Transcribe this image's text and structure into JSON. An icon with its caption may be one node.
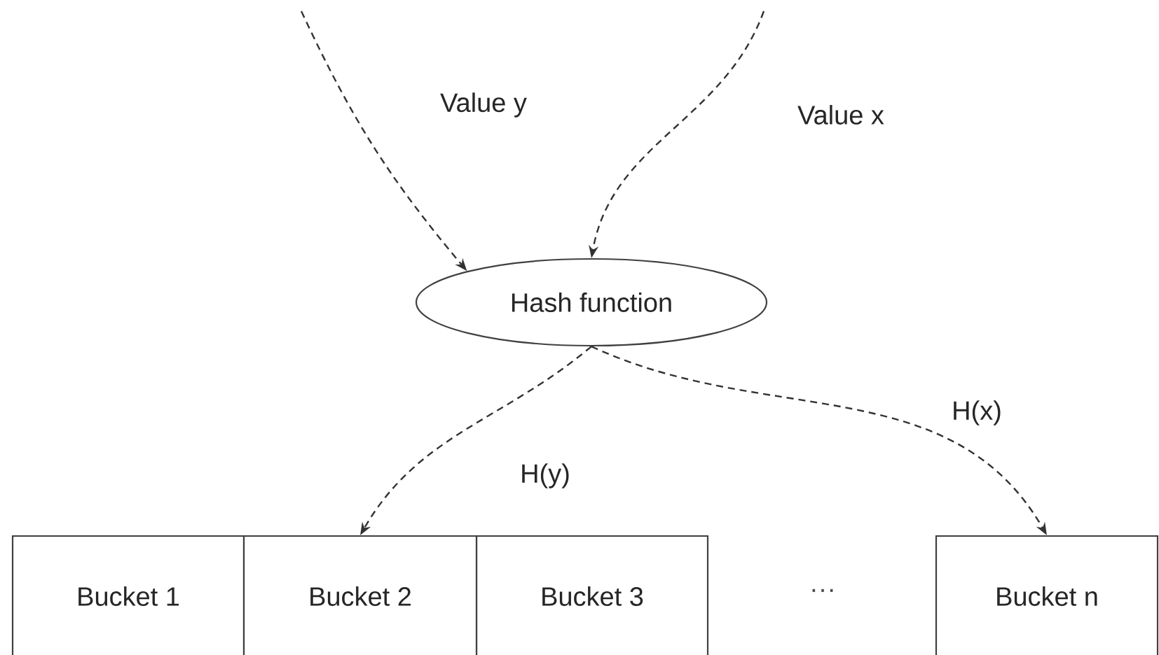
{
  "diagram": {
    "nodes": [
      {
        "text": [
          "Hash function"
        ]
      },
      {
        "text": [
          "Bucket 1"
        ]
      },
      {
        "text": [
          "Bucket 2"
        ]
      },
      {
        "text": [
          "Bucket 3"
        ]
      },
      {
        "text": [
          "Bucket n"
        ]
      }
    ],
    "edges": [
      {
        "from": null,
        "to": 0,
        "arrow": "to",
        "label": "Value y",
        "style": "dashed"
      },
      {
        "from": null,
        "to": 0,
        "arrow": "to",
        "label": "Value x",
        "style": "dashed"
      },
      {
        "from": 0,
        "to": 2,
        "arrow": "to",
        "label": "H(y)",
        "style": "dashed"
      },
      {
        "from": 0,
        "to": 4,
        "arrow": "to",
        "label": "H(x)",
        "style": "dashed"
      }
    ],
    "labels": [
      "···"
    ]
  }
}
